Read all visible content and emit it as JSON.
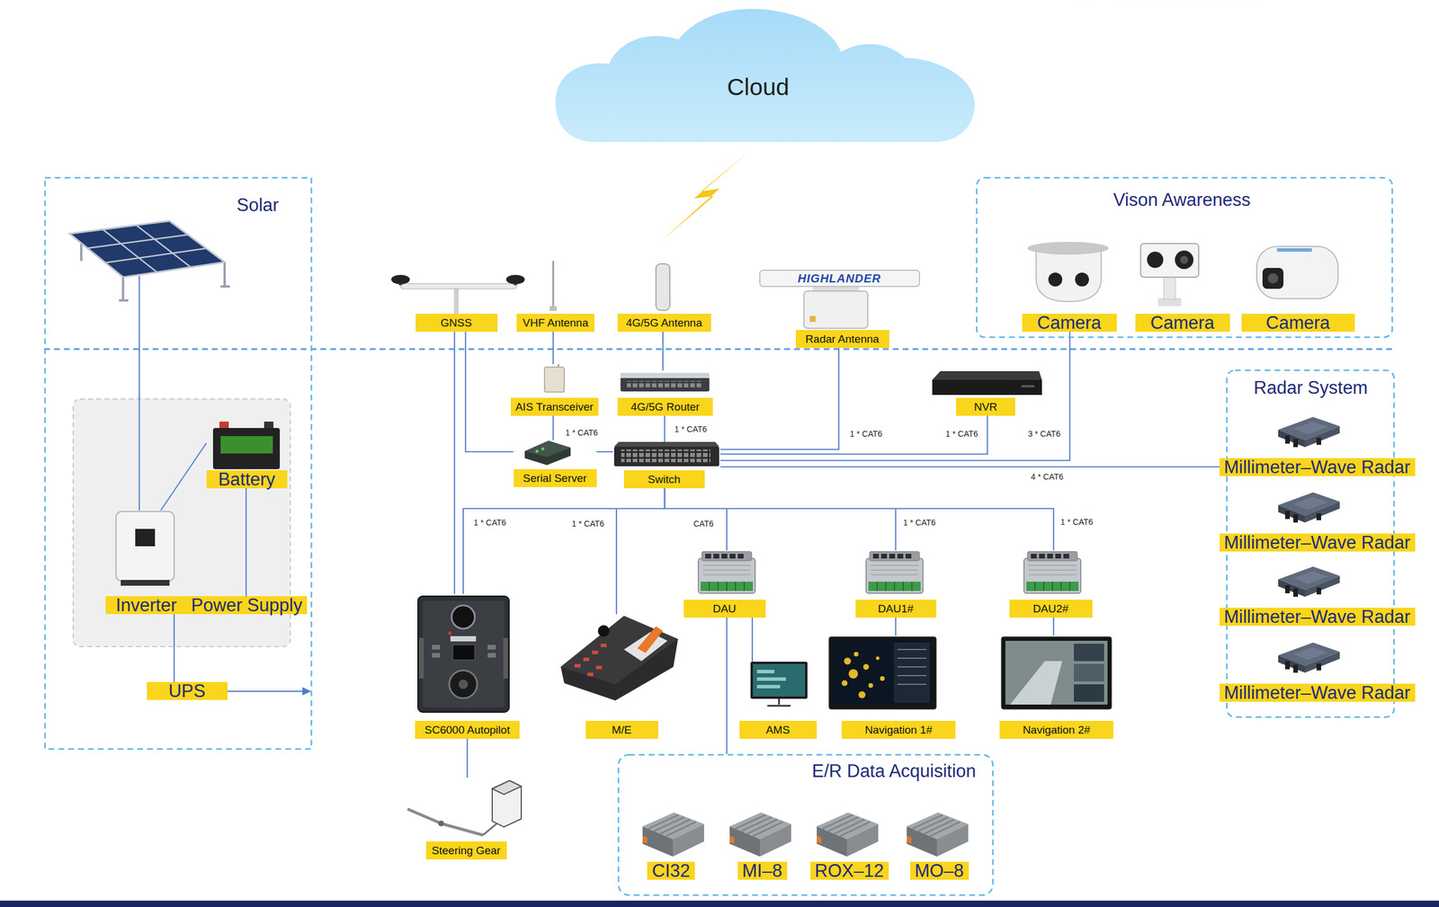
{
  "diagram": {
    "nodes": [
      {
        "text": [
          "Cloud"
        ]
      },
      {
        "text": [
          "Solar"
        ]
      },
      {
        "text": [
          "Battery"
        ],
        "in": 1
      },
      {
        "text": [
          "Inverter"
        ],
        "in": 1
      },
      {
        "text": [
          "Power Supply"
        ],
        "in": 1
      },
      {
        "text": [
          "UPS"
        ],
        "in": 1
      },
      {
        "text": [
          "GNSS"
        ]
      },
      {
        "text": [
          "VHF Antenna"
        ]
      },
      {
        "text": [
          "4G/5G Antenna"
        ]
      },
      {
        "text": [
          "Radar Antenna"
        ]
      },
      {
        "text": [
          "Vison Awareness"
        ]
      },
      {
        "text": [
          "Camera"
        ],
        "in": 10
      },
      {
        "text": [
          "Camera"
        ],
        "in": 10
      },
      {
        "text": [
          "Camera"
        ],
        "in": 10
      },
      {
        "text": [
          "AIS Transceiver"
        ]
      },
      {
        "text": [
          "4G/5G Router"
        ]
      },
      {
        "text": [
          "NVR"
        ]
      },
      {
        "text": [
          "Radar System"
        ]
      },
      {
        "text": [
          "Millimeter–Wave Radar"
        ],
        "in": 17
      },
      {
        "text": [
          "Millimeter–Wave Radar"
        ],
        "in": 17
      },
      {
        "text": [
          "Millimeter–Wave Radar"
        ],
        "in": 17
      },
      {
        "text": [
          "Millimeter–Wave Radar"
        ],
        "in": 17
      },
      {
        "text": [
          "Serial Server"
        ]
      },
      {
        "text": [
          "Switch"
        ]
      },
      {
        "text": [
          "DAU"
        ]
      },
      {
        "text": [
          "DAU1#"
        ]
      },
      {
        "text": [
          "DAU2#"
        ]
      },
      {
        "text": [
          "SC6000 Autopilot"
        ]
      },
      {
        "text": [
          "M/E"
        ]
      },
      {
        "text": [
          "AMS"
        ]
      },
      {
        "text": [
          "Navigation 1#"
        ]
      },
      {
        "text": [
          "Navigation 2#"
        ]
      },
      {
        "text": [
          "Steering Gear"
        ]
      },
      {
        "text": [
          "E/R Data Acquisition"
        ]
      },
      {
        "text": [
          "CI32"
        ],
        "in": 33
      },
      {
        "text": [
          "MI–8"
        ],
        "in": 33
      },
      {
        "text": [
          "ROX–12"
        ],
        "in": 33
      },
      {
        "text": [
          "MO–8"
        ],
        "in": 33
      }
    ],
    "edges": [
      {
        "from": 3,
        "to": 2,
        "arrow": "none"
      },
      {
        "from": 2,
        "to": 4,
        "arrow": "none"
      },
      {
        "from": 3,
        "to": 5,
        "arrow": "none"
      },
      {
        "from": 6,
        "to": 22,
        "arrow": "none"
      },
      {
        "from": 6,
        "to": 27,
        "arrow": "none"
      },
      {
        "from": 7,
        "to": 14,
        "arrow": "none"
      },
      {
        "from": 14,
        "to": 22,
        "arrow": "none"
      },
      {
        "from": 22,
        "to": 23,
        "label": "1 * CAT6",
        "arrow": "none"
      },
      {
        "from": 8,
        "to": 15,
        "arrow": "none"
      },
      {
        "from": 15,
        "to": 23,
        "label": "1 * CAT6",
        "arrow": "none"
      },
      {
        "from": 9,
        "to": 23,
        "label": "1 * CAT6",
        "arrow": "none"
      },
      {
        "from": 16,
        "to": 23,
        "label": "1 * CAT6",
        "arrow": "none"
      },
      {
        "from": 11,
        "to": 23,
        "label": "3 * CAT6",
        "arrow": "none"
      },
      {
        "from": 17,
        "to": 23,
        "label": "4 * CAT6",
        "arrow": "none"
      },
      {
        "from": 23,
        "to": 27,
        "label": "1 * CAT6",
        "arrow": "none"
      },
      {
        "from": 23,
        "to": 28,
        "label": "1 * CAT6",
        "arrow": "none"
      },
      {
        "from": 23,
        "to": 24,
        "label": "CAT6",
        "arrow": "none"
      },
      {
        "from": 23,
        "to": 25,
        "label": "1 * CAT6",
        "arrow": "none"
      },
      {
        "from": 23,
        "to": 26,
        "label": "1 * CAT6",
        "arrow": "none"
      },
      {
        "from": 24,
        "to": 29,
        "arrow": "none"
      },
      {
        "from": 24,
        "to": 33,
        "arrow": "none"
      },
      {
        "from": 25,
        "to": 30,
        "arrow": "none"
      },
      {
        "from": 26,
        "to": 31,
        "arrow": "none"
      },
      {
        "from": 27,
        "to": 32,
        "arrow": "none"
      }
    ],
    "labels": [
      "HIGHLANDER"
    ]
  }
}
